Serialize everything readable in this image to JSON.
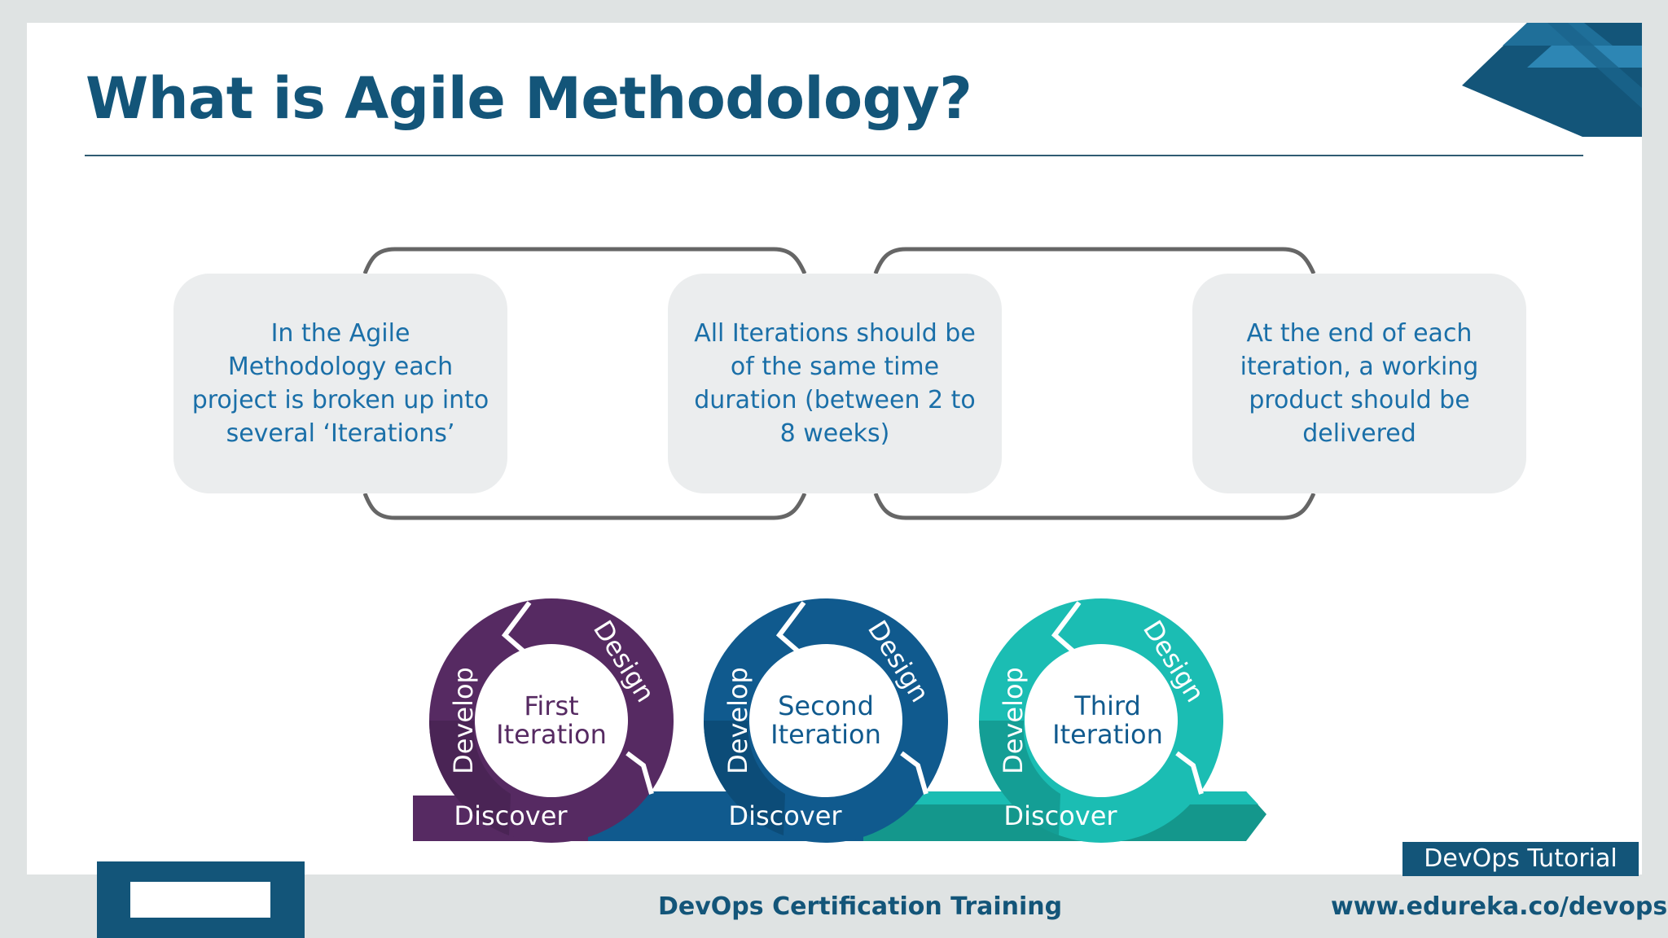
{
  "slide": {
    "title": "What is Agile Methodology?",
    "tag": "DevOps Tutorial"
  },
  "boxes": [
    {
      "text": "In the Agile Methodology each project is broken up into several ‘Iterations’"
    },
    {
      "text": "All Iterations should be of the same time duration (between 2 to 8 weeks)"
    },
    {
      "text": "At the end of each iteration, a working product should be delivered"
    }
  ],
  "iterations": [
    {
      "line1": "First",
      "line2": "Iteration",
      "develop": "Develop",
      "design": "Design",
      "discover": "Discover",
      "color": "#562a62"
    },
    {
      "line1": "Second",
      "line2": "Iteration",
      "develop": "Develop",
      "design": "Design",
      "discover": "Discover",
      "color": "#105a8e"
    },
    {
      "line1": "Third",
      "line2": "Iteration",
      "develop": "Develop",
      "design": "Design",
      "discover": "Discover",
      "color": "#1bbdb3"
    }
  ],
  "footer": {
    "center": "DevOps Certification Training",
    "url": "www.edureka.co/devops"
  },
  "colors": {
    "brand": "#135579",
    "box_text": "#1a6fa8",
    "box_bg": "#ebedee",
    "connector": "#666666",
    "arrow_tail": "#14978c"
  }
}
